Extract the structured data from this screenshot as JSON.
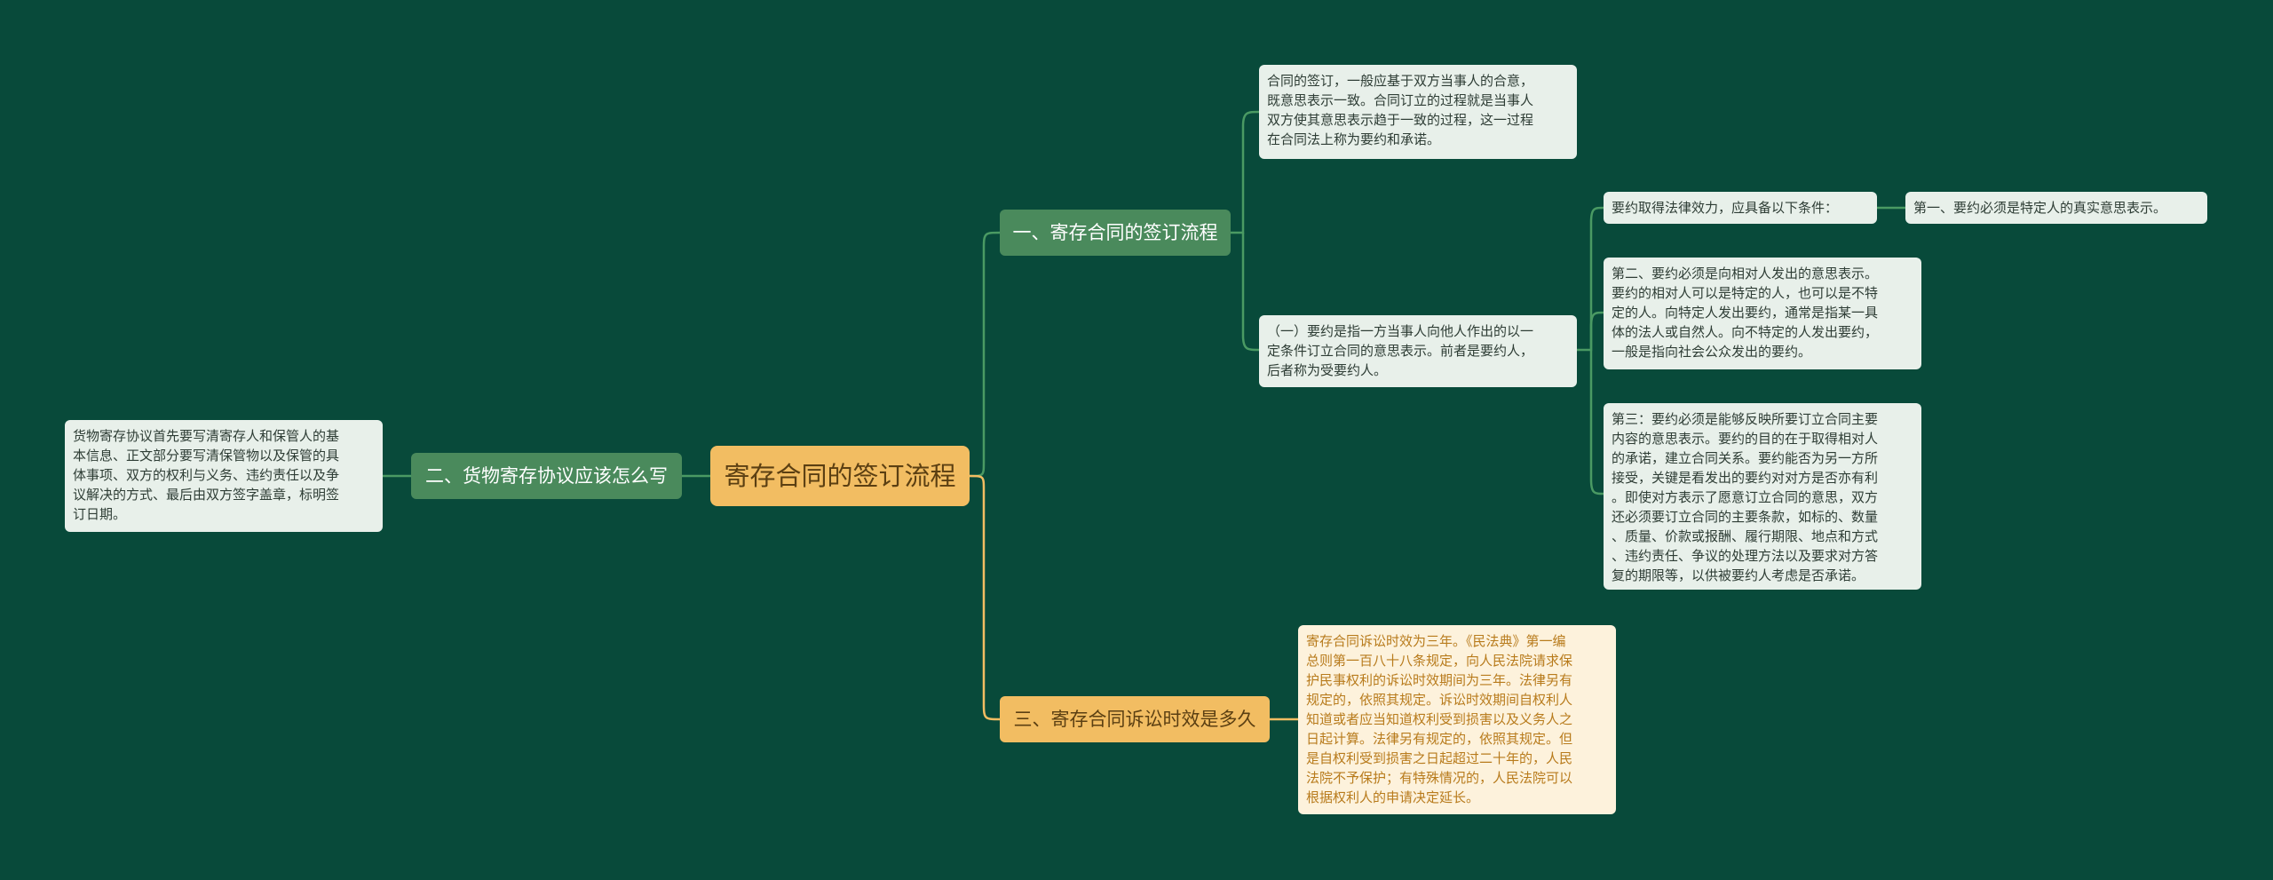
{
  "mindmap": {
    "root": "寄存合同的签订流程",
    "branch1": {
      "title": "一、寄存合同的签订流程",
      "leaf1": "合同的签订，一般应基于双方当事人的合意，\n既意思表示一致。合同订立的过程就是当事人\n双方使其意思表示趋于一致的过程，这一过程\n在合同法上称为要约和承诺。",
      "leaf2": "（一）要约是指一方当事人向他人作出的以一\n定条件订立合同的意思表示。前者是要约人，\n后者称为受要约人。",
      "condition": "要约取得法律效力，应具备以下条件：",
      "first": "第一、要约必须是特定人的真实意思表示。",
      "second": "第二、要约必须是向相对人发出的意思表示。\n要约的相对人可以是特定的人，也可以是不特\n定的人。向特定人发出要约，通常是指某一具\n体的法人或自然人。向不特定的人发出要约，\n一般是指向社会公众发出的要约。",
      "third": "第三：要约必须是能够反映所要订立合同主要\n内容的意思表示。要约的目的在于取得相对人\n的承诺，建立合同关系。要约能否为另一方所\n接受，关键是看发出的要约对对方是否亦有利\n。即使对方表示了愿意订立合同的意思，双方\n还必须要订立合同的主要条款，如标的、数量\n、质量、价款或报酬、履行期限、地点和方式\n、违约责任、争议的处理方法以及要求对方答\n复的期限等，以供被要约人考虑是否承诺。"
    },
    "branch2": {
      "title": "二、货物寄存协议应该怎么写",
      "leaf": "货物寄存协议首先要写清寄存人和保管人的基\n本信息、正文部分要写清保管物以及保管的具\n体事项、双方的权利与义务、违约责任以及争\n议解决的方式、最后由双方签字盖章，标明签\n订日期。"
    },
    "branch3": {
      "title": "三、寄存合同诉讼时效是多久",
      "leaf": "寄存合同诉讼时效为三年。《民法典》第一编\n总则第一百八十八条规定，向人民法院请求保\n护民事权利的诉讼时效期间为三年。法律另有\n规定的，依照其规定。诉讼时效期间自权利人\n知道或者应当知道权利受到损害以及义务人之\n日起计算。法律另有规定的，依照其规定。但\n是自权利受到损害之日起超过二十年的，人民\n法院不予保护；有特殊情况的，人民法院可以\n根据权利人的申请决定延长。"
    },
    "colors": {
      "background": "#084a3a",
      "root": "#f2bd62",
      "green_branch": "#4a8a5c",
      "leaf": "#e8f0ea",
      "gold_leaf": "#fdf2dc",
      "green_line": "#4a9a63",
      "gold_line": "#f2bd62"
    }
  }
}
